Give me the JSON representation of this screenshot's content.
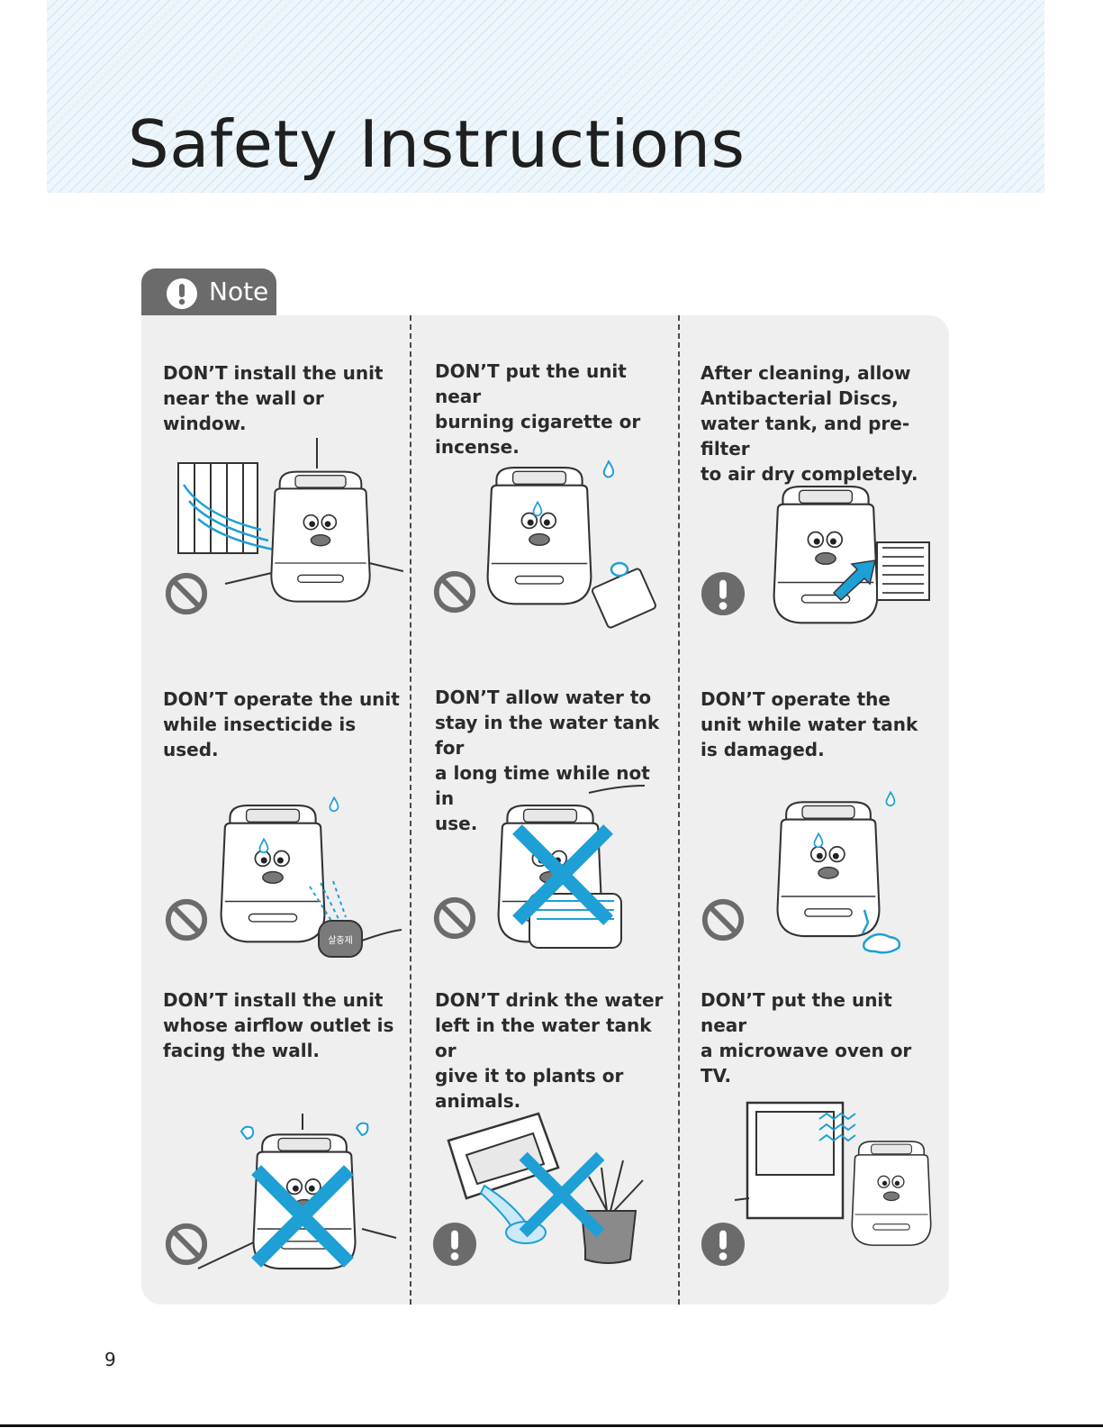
{
  "page": {
    "title": "Safety Instructions",
    "page_number": "9"
  },
  "note": {
    "label": "Note",
    "icon": "exclamation-icon"
  },
  "colors": {
    "header_hatch": "#cfe7f3",
    "panel_bg": "#efefef",
    "tab_bg": "#6b6b6b",
    "icon_gray": "#6b6b6b",
    "accent_blue": "#1e9fd6",
    "text": "#2b2b2b"
  },
  "instructions": [
    {
      "text": "DON’T install the unit\nnear the wall or window.",
      "icon": "prohibited-icon",
      "illustration": "unit-near-wall-window"
    },
    {
      "text": "DON’T put the unit near\nburning cigarette or\nincense.",
      "icon": "prohibited-icon",
      "illustration": "unit-near-incense"
    },
    {
      "text": "After cleaning, allow\nAntibacterial Discs,\nwater tank, and pre-filter\nto air dry completely.",
      "icon": "caution-icon",
      "illustration": "unit-air-dry-parts"
    },
    {
      "text": "DON’T operate the unit\nwhile insecticide is used.",
      "icon": "prohibited-icon",
      "illustration": "unit-insecticide",
      "can_label": "살충제"
    },
    {
      "text": "DON’T allow water to\nstay in the water tank for\na long time while not in\nuse.",
      "icon": "prohibited-icon",
      "illustration": "unit-water-left-in-tank"
    },
    {
      "text": "DON’T operate the\nunit while water tank\nis damaged.",
      "icon": "prohibited-icon",
      "illustration": "unit-damaged-tank"
    },
    {
      "text": "DON’T install the unit\nwhose airflow outlet is\nfacing the wall.",
      "icon": "prohibited-icon",
      "illustration": "unit-outlet-facing-wall"
    },
    {
      "text": "DON’T drink the water\nleft in the water tank or\ngive it to plants or\nanimals.",
      "icon": "caution-icon",
      "illustration": "pouring-tank-water-on-plant"
    },
    {
      "text": "DON’T put the unit near\na microwave oven or\nTV.",
      "icon": "caution-icon",
      "illustration": "unit-near-tv"
    }
  ]
}
